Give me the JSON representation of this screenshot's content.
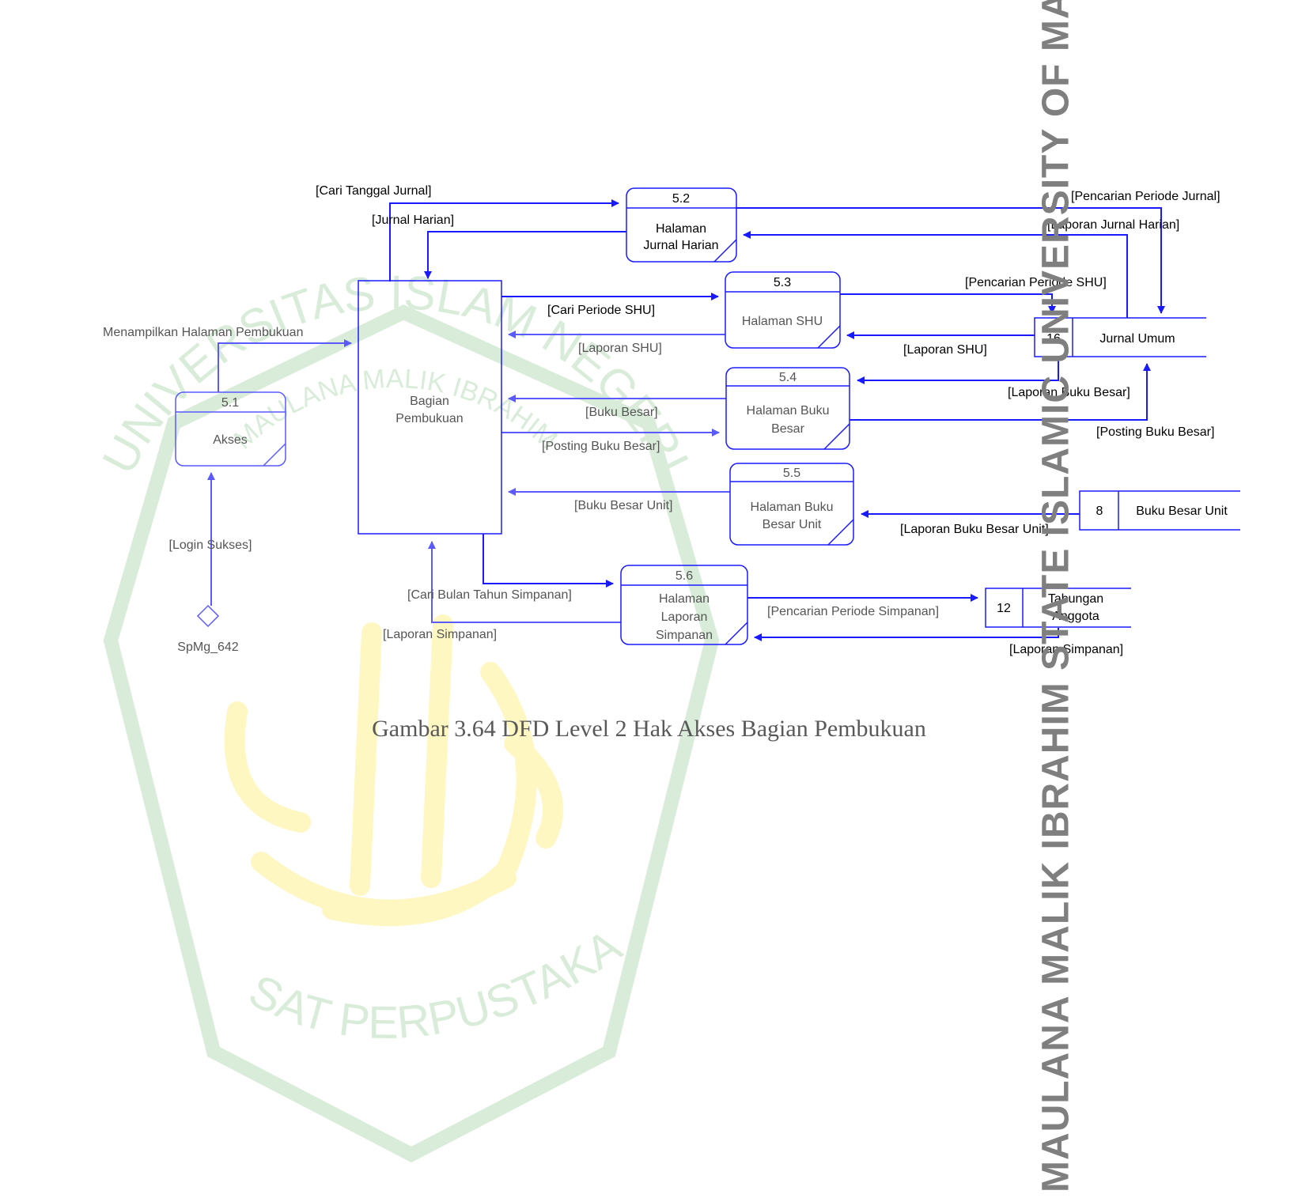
{
  "watermark": {
    "arc_top": "UNIVERSITAS ISLAM NEGERI",
    "arc_mid": "MAULANA MALIK IBRAHIM",
    "arc_bottom": "PUSAT PERPUSTAKAAN",
    "side_text": "MAULANA MALIK IBRAHIM STATE ISLAMIC UNIVERSITY OF MALANG"
  },
  "caption": "Gambar 3.64 DFD Level 2 Hak Akses Bagian Pembukuan",
  "entity": {
    "label_1": "Bagian",
    "label_2": "Pembukuan"
  },
  "processes": {
    "p51": {
      "num": "5.1",
      "line1": "Akses"
    },
    "p52": {
      "num": "5.2",
      "line1": "Halaman",
      "line2": "Jurnal Harian"
    },
    "p53": {
      "num": "5.3",
      "line1": "Halaman SHU"
    },
    "p54": {
      "num": "5.4",
      "line1": "Halaman Buku",
      "line2": "Besar"
    },
    "p55": {
      "num": "5.5",
      "line1": "Halaman Buku",
      "line2": "Besar Unit"
    },
    "p56": {
      "num": "5.6",
      "line1": "Halaman",
      "line2": "Laporan",
      "line3": "Simpanan"
    }
  },
  "stores": {
    "s16": {
      "id": "16",
      "name": "Jurnal Umum"
    },
    "s8": {
      "id": "8",
      "name": "Buku Besar Unit"
    },
    "s12": {
      "id": "12",
      "name_1": "Tabungan",
      "name_2": "Anggota"
    }
  },
  "source": {
    "label": "SpMg_642"
  },
  "flows": {
    "menampilkan": "Menampilkan Halaman Pembukuan",
    "login_sukses": "[Login Sukses]",
    "cari_tanggal_jurnal": "[Cari Tanggal Jurnal]",
    "jurnal_harian": "[Jurnal Harian]",
    "pencarian_periode_jurnal": "[Pencarian Periode Jurnal]",
    "laporan_jurnal_harian": "[Laporan Jurnal Harian]",
    "cari_periode_shu": "[Cari Periode SHU]",
    "laporan_shu_left": "[Laporan SHU]",
    "pencarian_periode_shu": "[Pencarian Periode SHU]",
    "laporan_shu_right": "[Laporan SHU]",
    "buku_besar": "[Buku Besar]",
    "posting_buku_besar_left": "[Posting Buku Besar]",
    "laporan_buku_besar": "[Laporan Buku Besar]",
    "posting_buku_besar_right": "[Posting Buku Besar]",
    "buku_besar_unit": "[Buku Besar Unit]",
    "laporan_buku_besar_unit": "[Laporan Buku Besar Unit]",
    "cari_bulan_tahun_simpanan": "[Cari Bulan Tahun Simpanan]",
    "laporan_simpanan_left": "[Laporan Simpanan]",
    "pencarian_periode_simpanan": "[Pencarian Periode Simpanan]",
    "laporan_simpanan_right": "[Laporan Simpanan]"
  },
  "colors": {
    "primary": "#1a1aff",
    "secondary": "#5a5aff",
    "text": "#000000",
    "text_muted": "#555555",
    "watermark_green": "#d9ecd9",
    "watermark_yellow": "#fff7c2",
    "watermark_text": "#7f7f7f"
  }
}
